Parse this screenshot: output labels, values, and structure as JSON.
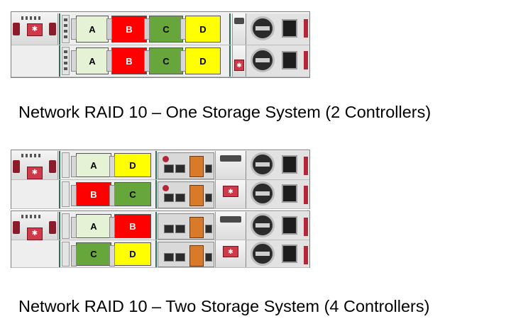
{
  "systems": [
    {
      "caption": "Network RAID 10 – One Storage System (2 Controllers)",
      "units": [
        {
          "drives": [
            {
              "label": "A",
              "color": "#e6f2d6"
            },
            {
              "label": "B",
              "color": "#ff0000"
            },
            {
              "label": "C",
              "color": "#66a63a"
            },
            {
              "label": "D",
              "color": "#ffff00"
            }
          ]
        },
        {
          "drives": [
            {
              "label": "A",
              "color": "#e6f2d6"
            },
            {
              "label": "B",
              "color": "#ff0000"
            },
            {
              "label": "C",
              "color": "#66a63a"
            },
            {
              "label": "D",
              "color": "#ffff00"
            }
          ]
        }
      ]
    },
    {
      "caption": "Network RAID 10 – Two Storage System (4 Controllers)",
      "enclosures": [
        {
          "units": [
            {
              "drives": [
                {
                  "label": "A",
                  "color": "#e6f2d6"
                },
                {
                  "label": "D",
                  "color": "#ffff00"
                }
              ]
            },
            {
              "drives": [
                {
                  "label": "B",
                  "color": "#ff0000"
                },
                {
                  "label": "C",
                  "color": "#66a63a"
                }
              ]
            }
          ]
        },
        {
          "units": [
            {
              "drives": [
                {
                  "label": "A",
                  "color": "#e6f2d6"
                },
                {
                  "label": "B",
                  "color": "#ff0000"
                }
              ]
            },
            {
              "drives": [
                {
                  "label": "C",
                  "color": "#66a63a"
                },
                {
                  "label": "D",
                  "color": "#ffff00"
                }
              ]
            }
          ]
        }
      ]
    }
  ],
  "icons": {
    "left_handle": "hp-logo-icon",
    "psu_fan": "fan-icon",
    "psu_socket": "power-socket-icon"
  },
  "colors": {
    "frame": "#2f6f5a",
    "handle": "#cf3a4b",
    "latch": "#8c1c2b"
  }
}
